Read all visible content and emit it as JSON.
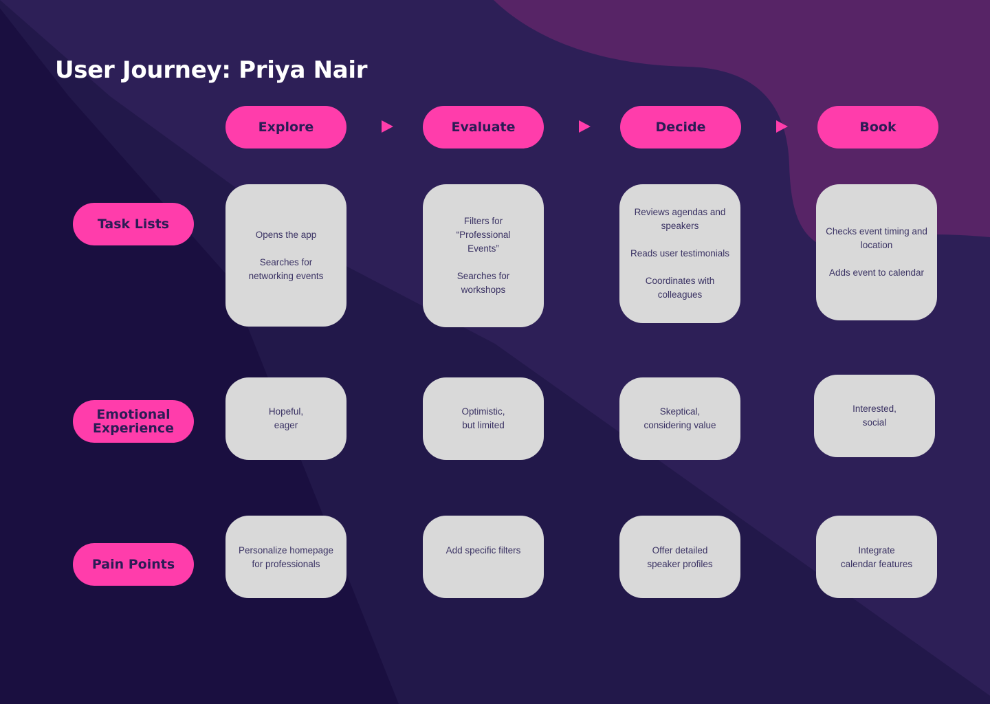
{
  "title": "User Journey: Priya Nair",
  "colors": {
    "background_base": "#2d1f57",
    "background_mid_band": "#22184a",
    "background_dark_band": "#1a0f40",
    "background_blob": "#572466",
    "accent_pink": "#ff3dab",
    "pill_text": "#2b1c55",
    "card_fill": "#d9d9d9",
    "card_text": "#3a3263",
    "title_text": "#ffffff"
  },
  "stages": [
    {
      "label": "Explore"
    },
    {
      "label": "Evaluate"
    },
    {
      "label": "Decide"
    },
    {
      "label": "Book"
    }
  ],
  "arrow_icon": "play-triangle-right",
  "rows": [
    {
      "label": "Task Lists",
      "cells": [
        "Opens the app\n\nSearches for\nnetworking events",
        "Filters for\n“Professional\nEvents”\n\nSearches for\nworkshops",
        "Reviews agendas and\nspeakers\n\nReads user testimonials\n\nCoordinates with\ncolleagues",
        "Checks event timing and\nlocation\n\nAdds event to calendar"
      ]
    },
    {
      "label": "Emotional Experience",
      "cells": [
        "Hopeful,\neager",
        "Optimistic,\nbut limited",
        "Skeptical,\nconsidering value",
        "Interested,\nsocial"
      ]
    },
    {
      "label": "Pain Points",
      "cells": [
        "Personalize homepage\nfor professionals",
        "Add specific filters",
        "Offer detailed\nspeaker profiles",
        "Integrate\ncalendar features"
      ]
    }
  ]
}
